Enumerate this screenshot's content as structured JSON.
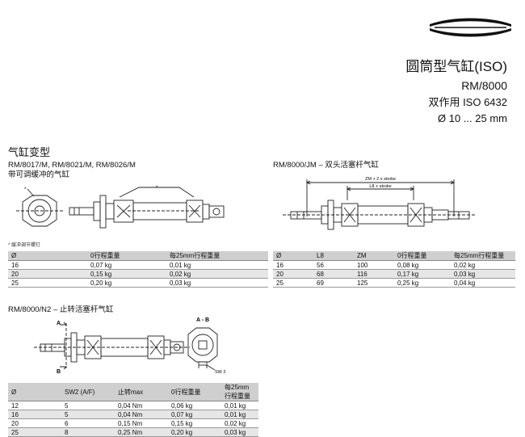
{
  "header": {
    "title": "圆筒型气缸(ISO)",
    "model": "RM/8000",
    "action": "双作用 ISO 6432",
    "bore_range": "Ø 10 ... 25 mm"
  },
  "section": {
    "title": "气缸变型"
  },
  "variant_cushion": {
    "models": "RM/8017/M, RM/8021/M, RM/8026/M",
    "desc": "带可调缓冲的气缸",
    "footnote": "* 缓冲调节螺钉",
    "marker": "*",
    "columns": [
      "Ø",
      "0行程重量",
      "每25mm行程重量"
    ],
    "rows": [
      [
        "16",
        "0,07 kg",
        "0,01 kg"
      ],
      [
        "20",
        "0,15 kg",
        "0,02 kg"
      ],
      [
        "25",
        "0,20 kg",
        "0,03 kg"
      ]
    ]
  },
  "variant_double_rod": {
    "title": "RM/8000/JM – 双头活塞杆气缸",
    "dim_zm": "ZM + 2 x stroke",
    "dim_l8": "L8 + stroke",
    "columns": [
      "Ø",
      "L8",
      "ZM",
      "0行程重量",
      "每25mm行程重量"
    ],
    "rows": [
      [
        "16",
        "56",
        "100",
        "0,08 kg",
        "0,02 kg"
      ],
      [
        "20",
        "68",
        "116",
        "0,17 kg",
        "0,03 kg"
      ],
      [
        "25",
        "69",
        "125",
        "0,25 kg",
        "0,04 kg"
      ]
    ]
  },
  "variant_non_rotating": {
    "title": "RM/8000/N2 – 止转活塞杆气缸",
    "section_label": "A - B",
    "label_a": "A",
    "label_b": "B",
    "dim_sw2": "SW 2",
    "columns": [
      "Ø",
      "SW2 (A/F)",
      "止转max",
      "0行程重量",
      "每25mm行程重量"
    ],
    "rows": [
      [
        "12",
        "5",
        "0,04 Nm",
        "0,06 kg",
        "0,01 kg"
      ],
      [
        "16",
        "5",
        "0,04 Nm",
        "0,07 kg",
        "0,01 kg"
      ],
      [
        "20",
        "6",
        "0,15 Nm",
        "0,15 kg",
        "0,02 kg"
      ],
      [
        "25",
        "8",
        "0,25 Nm",
        "0,20 kg",
        "0,03 kg"
      ]
    ]
  },
  "colors": {
    "header_row": "#cfcfcf",
    "alt_row": "#e6e6e6",
    "line": "#222222"
  }
}
